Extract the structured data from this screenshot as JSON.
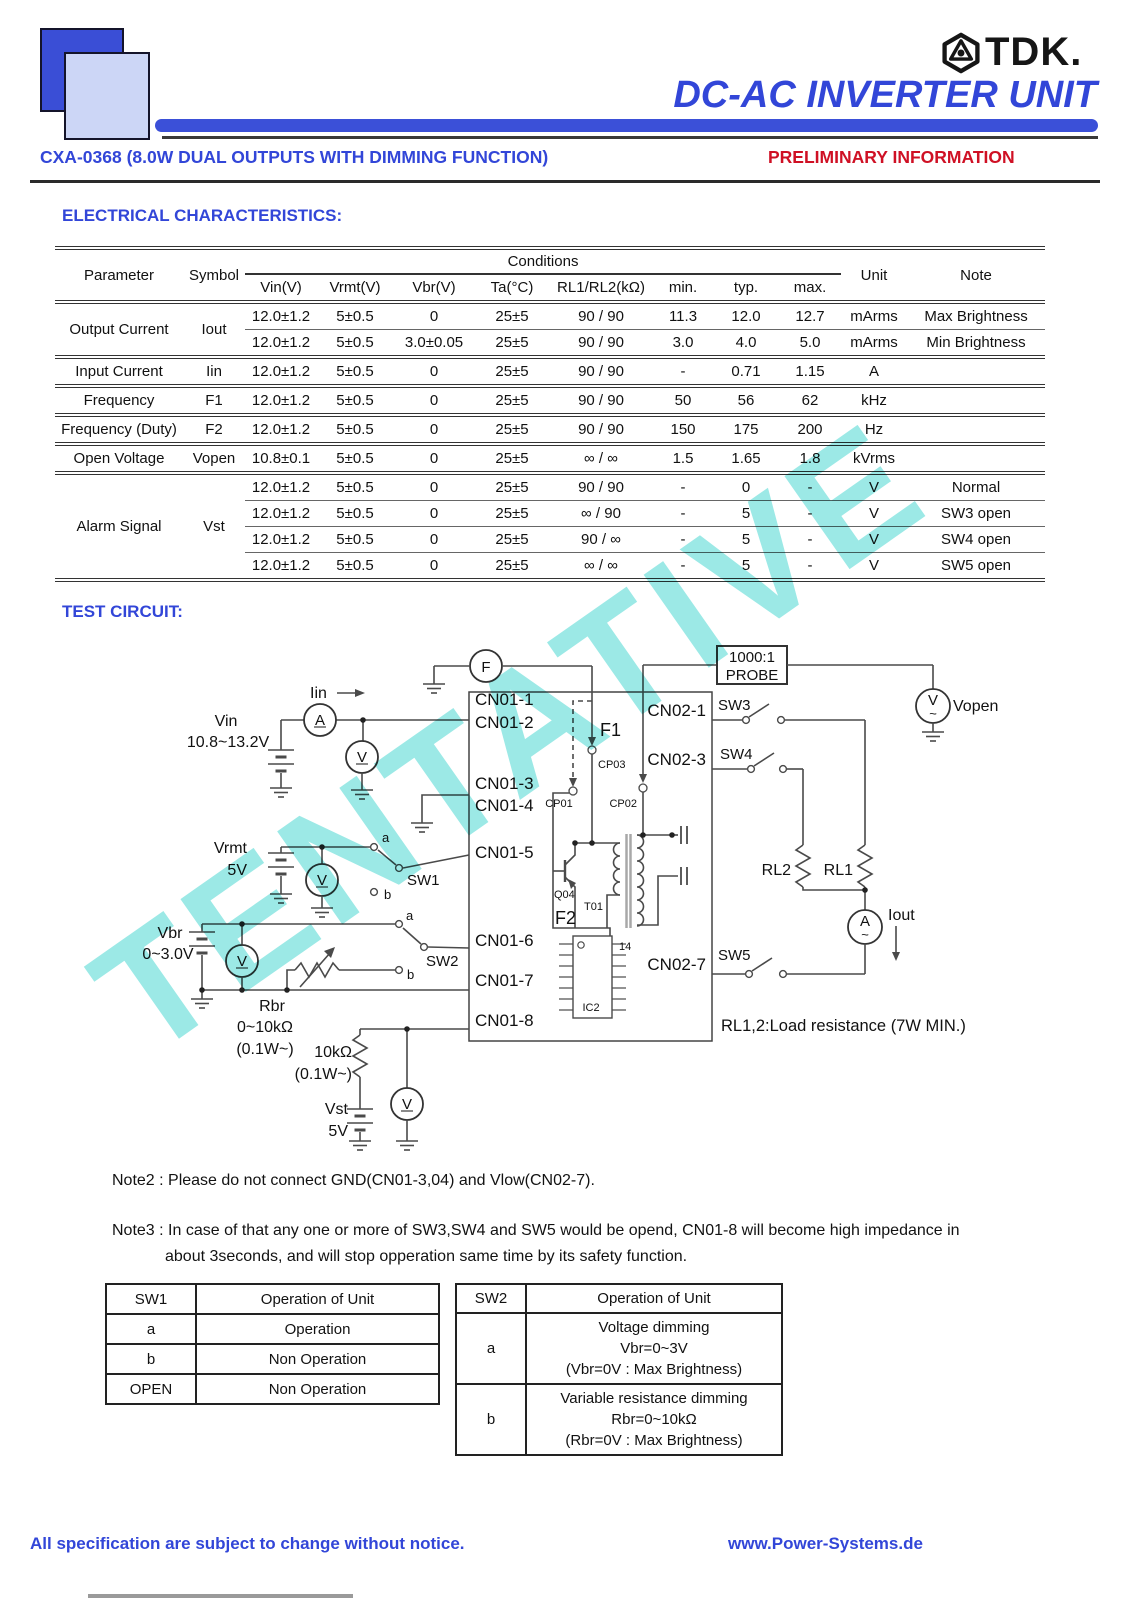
{
  "header": {
    "brand": "TDK.",
    "title": "DC-AC INVERTER UNIT",
    "model_line": "CXA-0368  (8.0W DUAL OUTPUTS WITH DIMMING FUNCTION)",
    "preliminary": "PRELIMINARY INFORMATION"
  },
  "electrical": {
    "heading": "ELECTRICAL CHARACTERISTICS:",
    "table": {
      "header": {
        "parameter": "Parameter",
        "symbol": "Symbol",
        "conditions": "Conditions",
        "sub": [
          "Vin(V)",
          "Vrmt(V)",
          "Vbr(V)",
          "Ta(°C)",
          "RL1/RL2(kΩ)",
          "min.",
          "typ.",
          "max."
        ],
        "unit": "Unit",
        "note": "Note"
      },
      "rows": [
        {
          "sep": "major",
          "cells": [
            {
              "t": "Output Current",
              "rs": 2
            },
            {
              "t": "Iout",
              "rs": 2
            },
            "12.0±1.2",
            "5±0.5",
            "0",
            "25±5",
            "90 / 90",
            "11.3",
            "12.0",
            "12.7",
            "mArms",
            "Max Brightness"
          ]
        },
        {
          "sep": "minor",
          "cells": [
            "12.0±1.2",
            "5±0.5",
            "3.0±0.05",
            "25±5",
            "90 / 90",
            "3.0",
            "4.0",
            "5.0",
            "mArms",
            "Min Brightness"
          ]
        },
        {
          "sep": "major",
          "cells": [
            "Input Current",
            "Iin",
            "12.0±1.2",
            "5±0.5",
            "0",
            "25±5",
            "90 / 90",
            "-",
            "0.71",
            "1.15",
            "A",
            ""
          ]
        },
        {
          "sep": "major",
          "cells": [
            "Frequency",
            "F1",
            "12.0±1.2",
            "5±0.5",
            "0",
            "25±5",
            "90 / 90",
            "50",
            "56",
            "62",
            "kHz",
            ""
          ]
        },
        {
          "sep": "major",
          "cells": [
            "Frequency (Duty)",
            "F2",
            "12.0±1.2",
            "5±0.5",
            "0",
            "25±5",
            "90 / 90",
            "150",
            "175",
            "200",
            "Hz",
            ""
          ]
        },
        {
          "sep": "major",
          "cells": [
            "Open Voltage",
            "Vopen",
            "10.8±0.1",
            "5±0.5",
            "0",
            "25±5",
            "∞ / ∞",
            "1.5",
            "1.65",
            "1.8",
            "kVrms",
            ""
          ]
        },
        {
          "sep": "major",
          "cells": [
            {
              "t": "Alarm Signal",
              "rs": 4
            },
            {
              "t": "Vst",
              "rs": 4
            },
            "12.0±1.2",
            "5±0.5",
            "0",
            "25±5",
            "90 / 90",
            "-",
            "0",
            "-",
            "V",
            "Normal"
          ]
        },
        {
          "sep": "minor",
          "cells": [
            "12.0±1.2",
            "5±0.5",
            "0",
            "25±5",
            "∞ / 90",
            "-",
            "5",
            "-",
            "V",
            "SW3 open"
          ]
        },
        {
          "sep": "minor",
          "cells": [
            "12.0±1.2",
            "5±0.5",
            "0",
            "25±5",
            "90 / ∞",
            "-",
            "5",
            "-",
            "V",
            "SW4 open"
          ]
        },
        {
          "sep": "minor",
          "cells": [
            "12.0±1.2",
            "5±0.5",
            "0",
            "25±5",
            "∞ / ∞",
            "-",
            "5",
            "-",
            "V",
            "SW5 open"
          ]
        }
      ]
    }
  },
  "test_circuit": {
    "heading": "TEST CIRCUIT:",
    "watermark": "TENTATIVE",
    "labels": {
      "vin": "Vin",
      "vin_range": "10.8~13.2V",
      "iin": "Iin",
      "vrmt": "Vrmt",
      "vrmt_value": "5V",
      "vbr": "Vbr",
      "vbr_range": "0~3.0V",
      "rbr": "Rbr",
      "rbr_range": "0~10kΩ",
      "rbr_watt": "(0.1W~)",
      "r_st": "10kΩ",
      "r_st_watt": "(0.1W~)",
      "vst": "Vst",
      "vst_value": "5V",
      "sw1": "SW1",
      "sw2": "SW2",
      "sw3": "SW3",
      "sw4": "SW4",
      "sw5": "SW5",
      "contact_a": "a",
      "contact_b": "b",
      "cn01_1": "CN01-1",
      "cn01_2": "CN01-2",
      "cn01_3": "CN01-3",
      "cn01_4": "CN01-4",
      "cn01_5": "CN01-5",
      "cn01_6": "CN01-6",
      "cn01_7": "CN01-7",
      "cn01_8": "CN01-8",
      "cn02_1": "CN02-1",
      "cn02_3": "CN02-3",
      "cn02_7": "CN02-7",
      "f1": "F1",
      "f2": "F2",
      "cp01": "CP01",
      "cp02": "CP02",
      "cp03": "CP03",
      "q04": "Q04",
      "t01": "T01",
      "ic2": "IC2",
      "pin14": "14",
      "probe_ratio": "1000:1",
      "probe": "PROBE",
      "vopen": "Vopen",
      "iout": "Iout",
      "rl1": "RL1",
      "rl2": "RL2",
      "meter_v": "V",
      "meter_a": "A",
      "meter_f": "F",
      "ac": "~",
      "load_note": "RL1,2:Load resistance (7W MIN.)"
    }
  },
  "notes": {
    "note2": "Note2 : Please do not connect GND(CN01-3,04) and Vlow(CN02-7).",
    "note3_line1": "Note3 : In case of that any one or more of SW3,SW4 and SW5 would be opend, CN01-8 will become high impedance in",
    "note3_line2": "about 3seconds, and will stop opperation same time by its safety function."
  },
  "sw1": {
    "col1": "SW1",
    "col2": "Operation of Unit",
    "rows": [
      [
        "a",
        "Operation"
      ],
      [
        "b",
        "Non Operation"
      ],
      [
        "OPEN",
        "Non Operation"
      ]
    ]
  },
  "sw2": {
    "col1": "SW2",
    "col2": "Operation of Unit",
    "rows": [
      {
        "k": "a",
        "lines": [
          "Voltage dimming",
          "Vbr=0~3V",
          "(Vbr=0V : Max Brightness)"
        ]
      },
      {
        "k": "b",
        "lines": [
          "Variable resistance dimming",
          "Rbr=0~10kΩ",
          "(Rbr=0V : Max Brightness)"
        ]
      }
    ]
  },
  "footer": {
    "left": "All specification are subject to change without notice.",
    "right": "www.Power-Systems.de"
  },
  "colors": {
    "brand_blue": "#3246d8",
    "bar_blue": "#3b50d8",
    "red": "#cf1024",
    "watermark_cyan": "#9ce9e6",
    "logo_back": "#3a4ed6",
    "logo_front": "#ccd6f6"
  }
}
